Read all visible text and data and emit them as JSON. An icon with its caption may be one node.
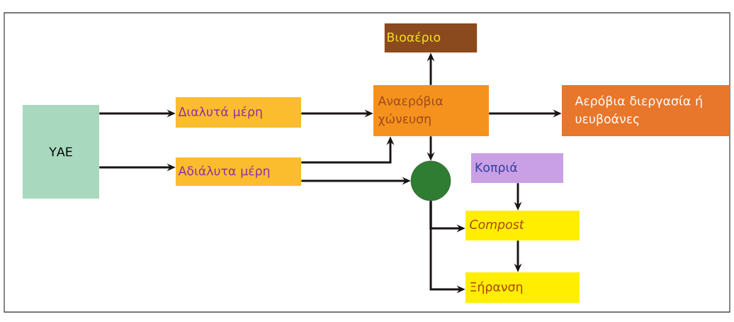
{
  "diagram": {
    "nodes": [
      {
        "text": [
          "ΥΑΕ"
        ]
      },
      {
        "text": [
          "Διαλυτά μέρη"
        ]
      },
      {
        "text": [
          "Αδιάλυτα μέρη"
        ]
      },
      {
        "text": [
          "Βιοαέριο"
        ]
      },
      {
        "text": [
          "Αναερόβια χώνευση"
        ]
      },
      {
        "text": [
          "Αερόβια διεργασία ή υευβοάνες"
        ]
      },
      {
        "text": [],
        "shape": "circle"
      },
      {
        "text": [
          "Κοπριά"
        ]
      },
      {
        "text": [
          "Compost"
        ]
      },
      {
        "text": [
          "Ξήρανση"
        ]
      }
    ],
    "edges": [
      {
        "from": 0,
        "to": 1,
        "arrow": "to"
      },
      {
        "from": 0,
        "to": 2,
        "arrow": "to"
      },
      {
        "from": 1,
        "to": 4,
        "arrow": "to"
      },
      {
        "from": 2,
        "to": 4,
        "arrow": "to"
      },
      {
        "from": 2,
        "to": 6,
        "arrow": "to"
      },
      {
        "from": 4,
        "to": 3,
        "arrow": "to"
      },
      {
        "from": 4,
        "to": 5,
        "arrow": "to"
      },
      {
        "from": 4,
        "to": 6,
        "arrow": "to"
      },
      {
        "from": 7,
        "to": 8,
        "arrow": "to"
      },
      {
        "from": 8,
        "to": 9,
        "arrow": "to"
      },
      {
        "from": 6,
        "to": 8,
        "arrow": "to"
      },
      {
        "from": 6,
        "to": 9,
        "arrow": "to"
      }
    ]
  }
}
